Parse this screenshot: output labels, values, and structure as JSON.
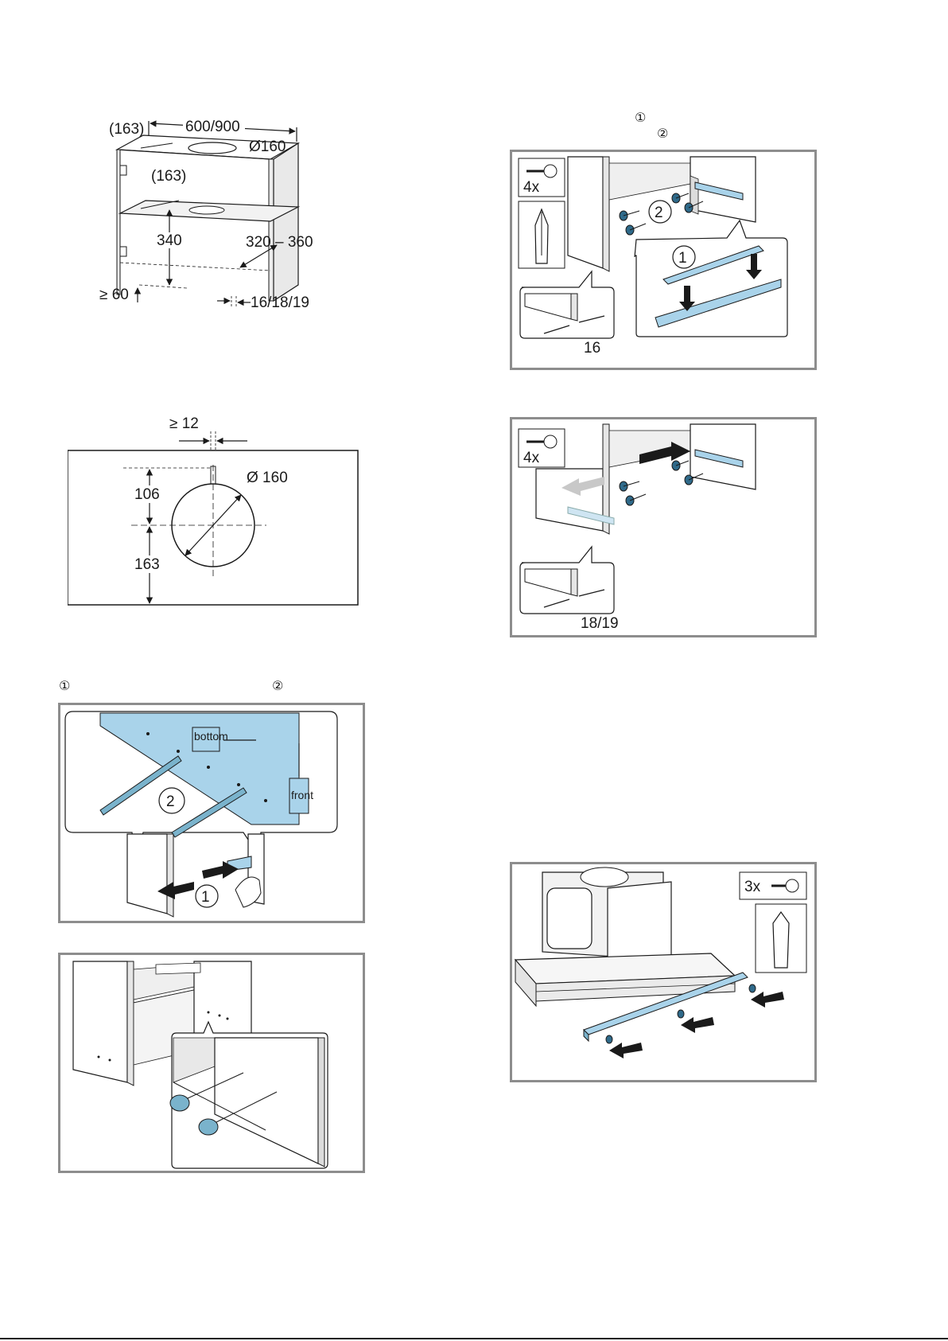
{
  "cabinet": {
    "width": "600/900",
    "depth_top": "(163)",
    "depth_mid": "(163)",
    "duct": "Ø160",
    "height": "340",
    "range": "320 – 360",
    "clearance": "≥ 60",
    "thickness": "16/18/19"
  },
  "template": {
    "gap": "≥ 12",
    "diameter": "Ø 160",
    "top_dim": "106",
    "bottom_dim": "163"
  },
  "markers": {
    "top_right_1": "①",
    "top_right_2": "②",
    "left_1": "①",
    "left_2": "②"
  },
  "fig_right1": {
    "screw_count": "4x",
    "step_2": "2",
    "step_1": "1",
    "thickness": "16"
  },
  "fig_right2": {
    "screw_count": "4x",
    "thickness": "18/19"
  },
  "fig_left1": {
    "label_bottom": "bottom",
    "label_front": "front",
    "step_2": "2",
    "step_1": "1"
  },
  "fig_right3": {
    "screw_count": "3x"
  },
  "colors": {
    "accent_blue": "#a9d3ea",
    "frame_grey": "#8d8d8d"
  }
}
